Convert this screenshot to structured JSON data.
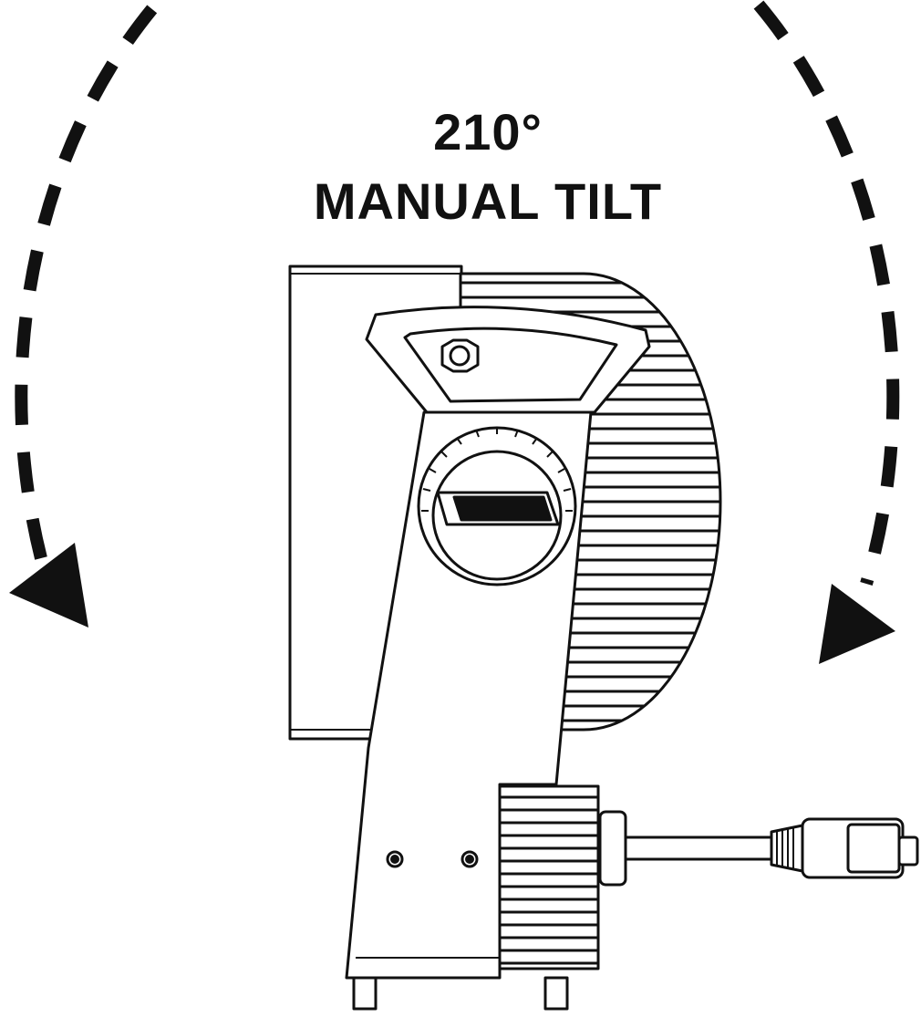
{
  "diagram": {
    "tilt_angle": "210°",
    "tilt_label": "MANUAL TILT",
    "line_color": "#111111",
    "fill_color": "#ffffff",
    "logo_icon": "brand-logo-badge"
  }
}
